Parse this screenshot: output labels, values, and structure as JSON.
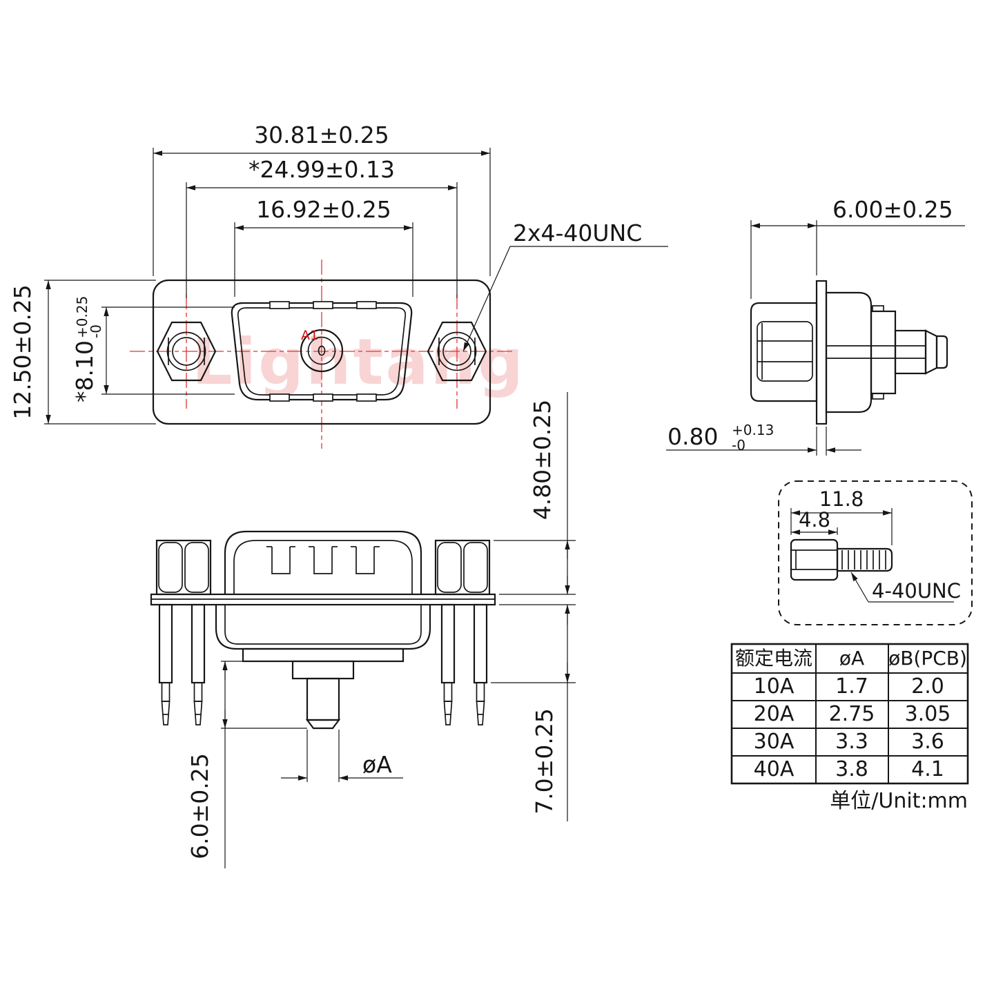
{
  "drawing": {
    "watermark": "Lightang",
    "unit_note": "单位/Unit:mm",
    "front_view": {
      "dim_width_outer": "30.81±0.25",
      "dim_width_screw_centers": "*24.99±0.13",
      "dim_width_shell": "16.92±0.25",
      "dim_height_outer": "12.50±0.25",
      "dim_height_shell_main": "*8.10",
      "dim_height_shell_tol_plus": "+0.25",
      "dim_height_shell_tol_minus": "-0",
      "thread_callout": "2x4-40UNC",
      "contact_label": "A1"
    },
    "side_view": {
      "dim_depth": "6.00±0.25",
      "dim_flange_thickness_main": "0.80",
      "dim_flange_tol_plus": "+0.13",
      "dim_flange_tol_minus": "-0"
    },
    "bottom_view": {
      "dim_nut_height": "4.80±0.25",
      "dim_body_depth": "7.0±0.25",
      "dim_pin_length": "6.0±0.25",
      "dim_pin_diameter": "øA"
    },
    "screw_detail": {
      "dim_total_length": "11.8",
      "dim_head_length": "4.8",
      "thread_label": "4-40UNC"
    },
    "table": {
      "headers": [
        "额定电流",
        "øA",
        "øB(PCB)"
      ],
      "rows": [
        [
          "10A",
          "1.7",
          "2.0"
        ],
        [
          "20A",
          "2.75",
          "3.05"
        ],
        [
          "30A",
          "3.3",
          "3.6"
        ],
        [
          "40A",
          "3.8",
          "4.1"
        ]
      ]
    },
    "colors": {
      "line": "#161616",
      "centerline": "#e43030",
      "contact_label": "#cc1111",
      "watermark": "#f2aaaa"
    }
  }
}
